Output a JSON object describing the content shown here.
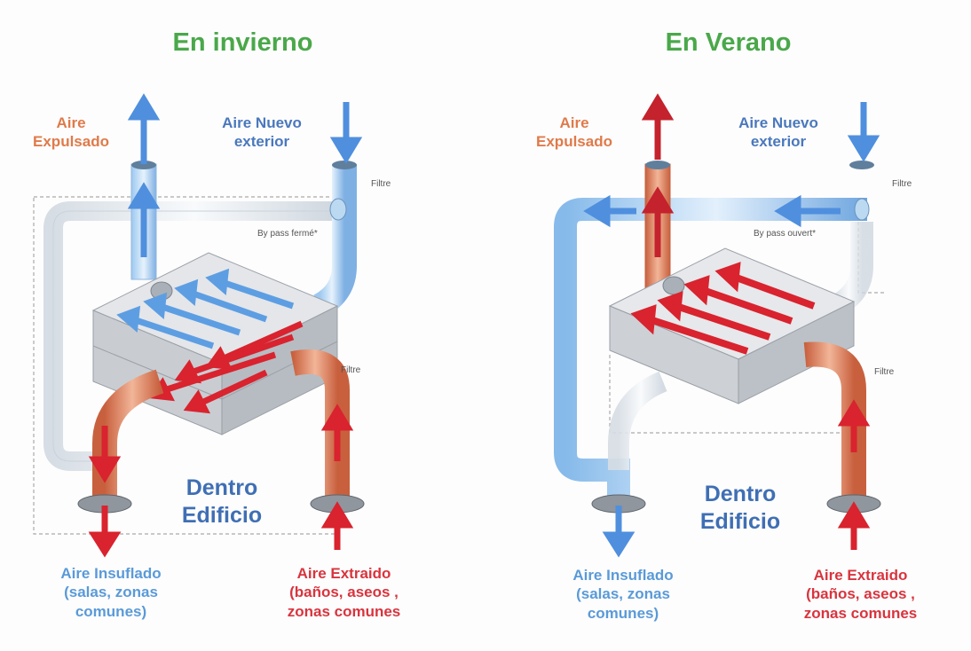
{
  "panels": [
    {
      "title": "En invierno",
      "exhaust_label": "Aire\nExpulsado",
      "fresh_label": "Aire Nuevo\nexterior",
      "filter_label": "Filtre",
      "bypass_label": "By pass fermé*",
      "filter2_label": "Filtre",
      "building_label": "Dentro\nEdificio",
      "supply_label": "Aire Insuflado\n(salas, zonas\ncomunes)",
      "extract_label": "Aire Extraido\n(baños, aseos ,\nzonas comunes"
    },
    {
      "title": "En Verano",
      "exhaust_label": "Aire\nExpulsado",
      "fresh_label": "Aire Nuevo\nexterior",
      "filter_label": "Filtre",
      "bypass_label": "By pass ouvert*",
      "filter2_label": "Filtre",
      "building_label": "Dentro\nEdificio",
      "supply_label": "Aire Insuflado\n(salas, zonas\ncomunes)",
      "extract_label": "Aire Extraido\n(baños, aseos ,\nzonas comunes"
    }
  ],
  "colors": {
    "title": "#4aa84a",
    "warm_duct": "#d9765a",
    "cold_duct": "#7fb4e6",
    "warm_arrow": "#d9232e",
    "cold_arrow": "#4f8fde",
    "label_blue": "#4a78bd",
    "label_orange": "#e07a4a",
    "label_red": "#d9343e"
  }
}
